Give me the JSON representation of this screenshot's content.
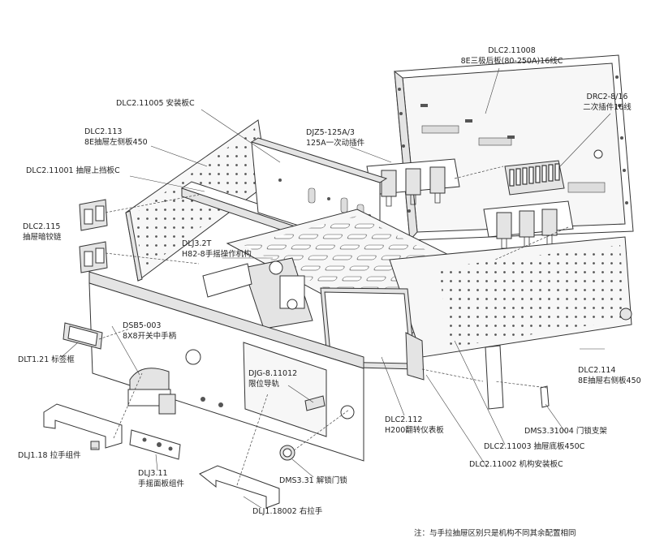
{
  "labels": {
    "rear_panel_code": "DLC2.11008",
    "rear_panel_name": "8E三极后板(80-250A)16线C",
    "secondary_plug_code": "DRC2-8/16",
    "secondary_plug_name": "二次插件16线",
    "mount_plate_code": "DLC2.11005 安装板C",
    "primary_plug_code": "DJZ5-125A/3",
    "primary_plug_name": "125A一次动插件",
    "left_side_code": "DLC2.113",
    "left_side_name": "8E抽屉左侧板450",
    "top_baffle": "DLC2.11001 抽屉上挡板C",
    "hinge_code": "DLC2.115",
    "hinge_name": "抽屉暗铰链",
    "crank_code": "DLJ3.2T",
    "crank_name": "H82-8手摇操作机构",
    "handle_code": "DSB5-003",
    "handle_name": "8X8开关中手柄",
    "label_frame": "DLT1.21 标签框",
    "guide_code": "DJG-8.11012",
    "guide_name": "限位导轨",
    "right_side_code": "DLC2.114",
    "right_side_name": "8E抽屉右侧板450",
    "left_pull": "DLJ1.18 拉手组件",
    "crank_panel_code": "DLJ3.11",
    "crank_panel_name": "手摇面板组件",
    "meter_code": "DLC2.112",
    "meter_name": "H200翻转仪表板",
    "door_bracket": "DMS3.31004 门锁支架",
    "bottom_plate": "DLC2.11003 抽屉底板450C",
    "mech_plate": "DLC2.11002 机构安装板C",
    "unlock": "DMS3.31 解锁门锁",
    "right_pull": "DLJ1.18002 右拉手",
    "note": "注：与手拉抽屉区别只是机构不同其余配置相同"
  },
  "icons": {
    "hinge": "hinge-icon",
    "lock": "door-lock-icon",
    "handle": "switch-handle-icon"
  }
}
